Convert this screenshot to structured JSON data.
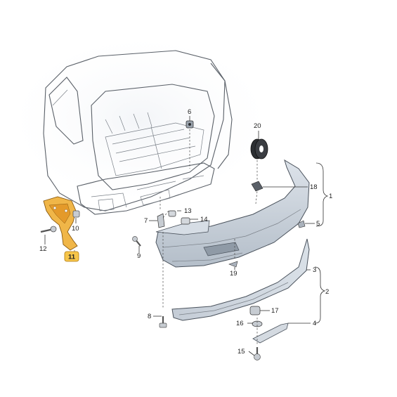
{
  "labels": {
    "p1": "1",
    "p2": "2",
    "p3": "3",
    "p4": "4",
    "p5": "5",
    "p6": "6",
    "p7": "7",
    "p8": "8",
    "p9": "9",
    "p10": "10",
    "p11": "11",
    "p12": "12",
    "p13": "13",
    "p14": "14",
    "p15": "15",
    "p16": "16",
    "p17": "17",
    "p18": "18",
    "p19": "19",
    "p20": "20"
  },
  "colors": {
    "body_outline": "#5a6068",
    "bumper_fill": "#c9d1da",
    "bumper_shadow": "#a9b3bf",
    "bracket_highlight": "#f0b648",
    "badge_fill": "#f6c54a",
    "leader_line": "#333333"
  }
}
